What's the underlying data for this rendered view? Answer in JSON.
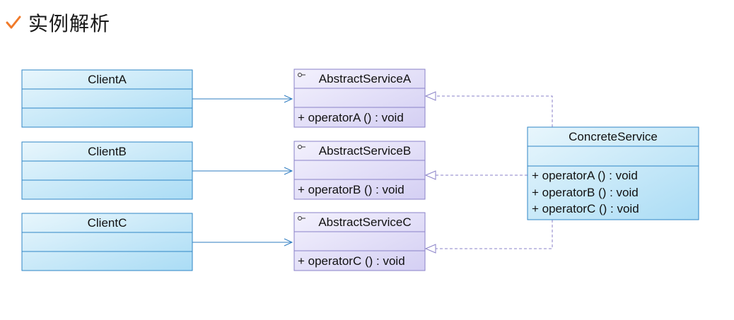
{
  "page": {
    "title": "实例解析"
  },
  "colors": {
    "accent": "#f07a2a",
    "client_fill_top": "#e8f6fc",
    "client_fill_bottom": "#aadcf5",
    "client_border": "#2f86c6",
    "abstract_fill_top": "#f0eefc",
    "abstract_fill_bottom": "#d6d2f4",
    "abstract_border": "#8a82c8",
    "connector_solid": "#2f7cc0",
    "connector_dashed": "#8a82c8"
  },
  "diagram": {
    "clients": [
      {
        "name": "ClientA"
      },
      {
        "name": "ClientB"
      },
      {
        "name": "ClientC"
      }
    ],
    "abstract_services": [
      {
        "name": "AbstractServiceA",
        "operation": "+ operatorA () : void"
      },
      {
        "name": "AbstractServiceB",
        "operation": "+ operatorB () : void"
      },
      {
        "name": "AbstractServiceC",
        "operation": "+ operatorC () : void"
      }
    ],
    "concrete_service": {
      "name": "ConcreteService",
      "operations": [
        "+ operatorA () : void",
        "+ operatorB () : void",
        "+ operatorC () : void"
      ]
    }
  }
}
